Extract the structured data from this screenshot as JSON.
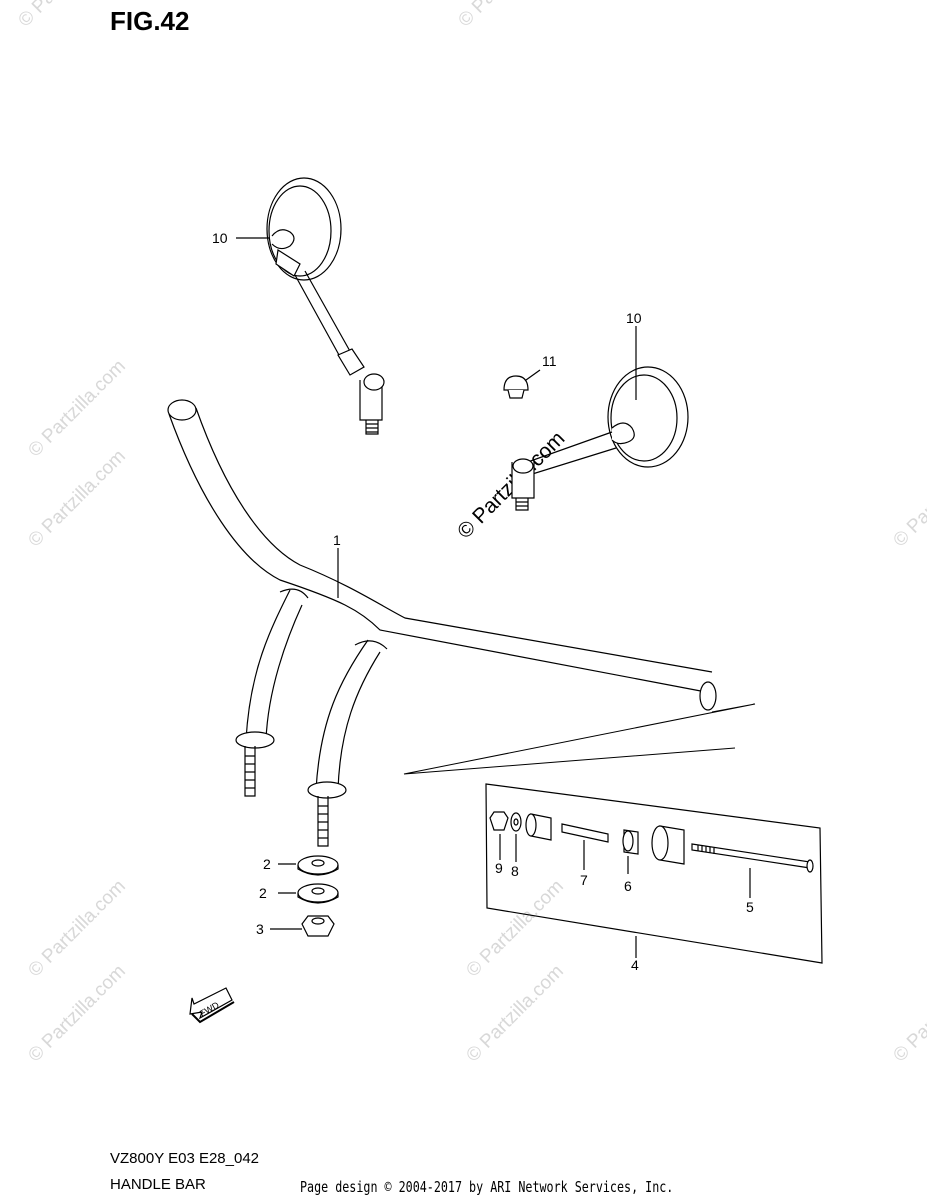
{
  "header": {
    "title": "FIG.42"
  },
  "callouts": [
    {
      "id": "c1",
      "label": "1"
    },
    {
      "id": "c2a",
      "label": "2"
    },
    {
      "id": "c2b",
      "label": "2"
    },
    {
      "id": "c3",
      "label": "3"
    },
    {
      "id": "c4",
      "label": "4"
    },
    {
      "id": "c5",
      "label": "5"
    },
    {
      "id": "c6",
      "label": "6"
    },
    {
      "id": "c7",
      "label": "7"
    },
    {
      "id": "c8",
      "label": "8"
    },
    {
      "id": "c9",
      "label": "9"
    },
    {
      "id": "c10a",
      "label": "10"
    },
    {
      "id": "c10b",
      "label": "10"
    },
    {
      "id": "c11",
      "label": "11"
    }
  ],
  "fwd_label": "FWD",
  "watermark": "© Partzilla.com",
  "footer": {
    "model": "VZ800Y  E03  E28_042",
    "name": "HANDLE BAR",
    "copyright": "Page design © 2004-2017 by ARI Network Services, Inc."
  }
}
